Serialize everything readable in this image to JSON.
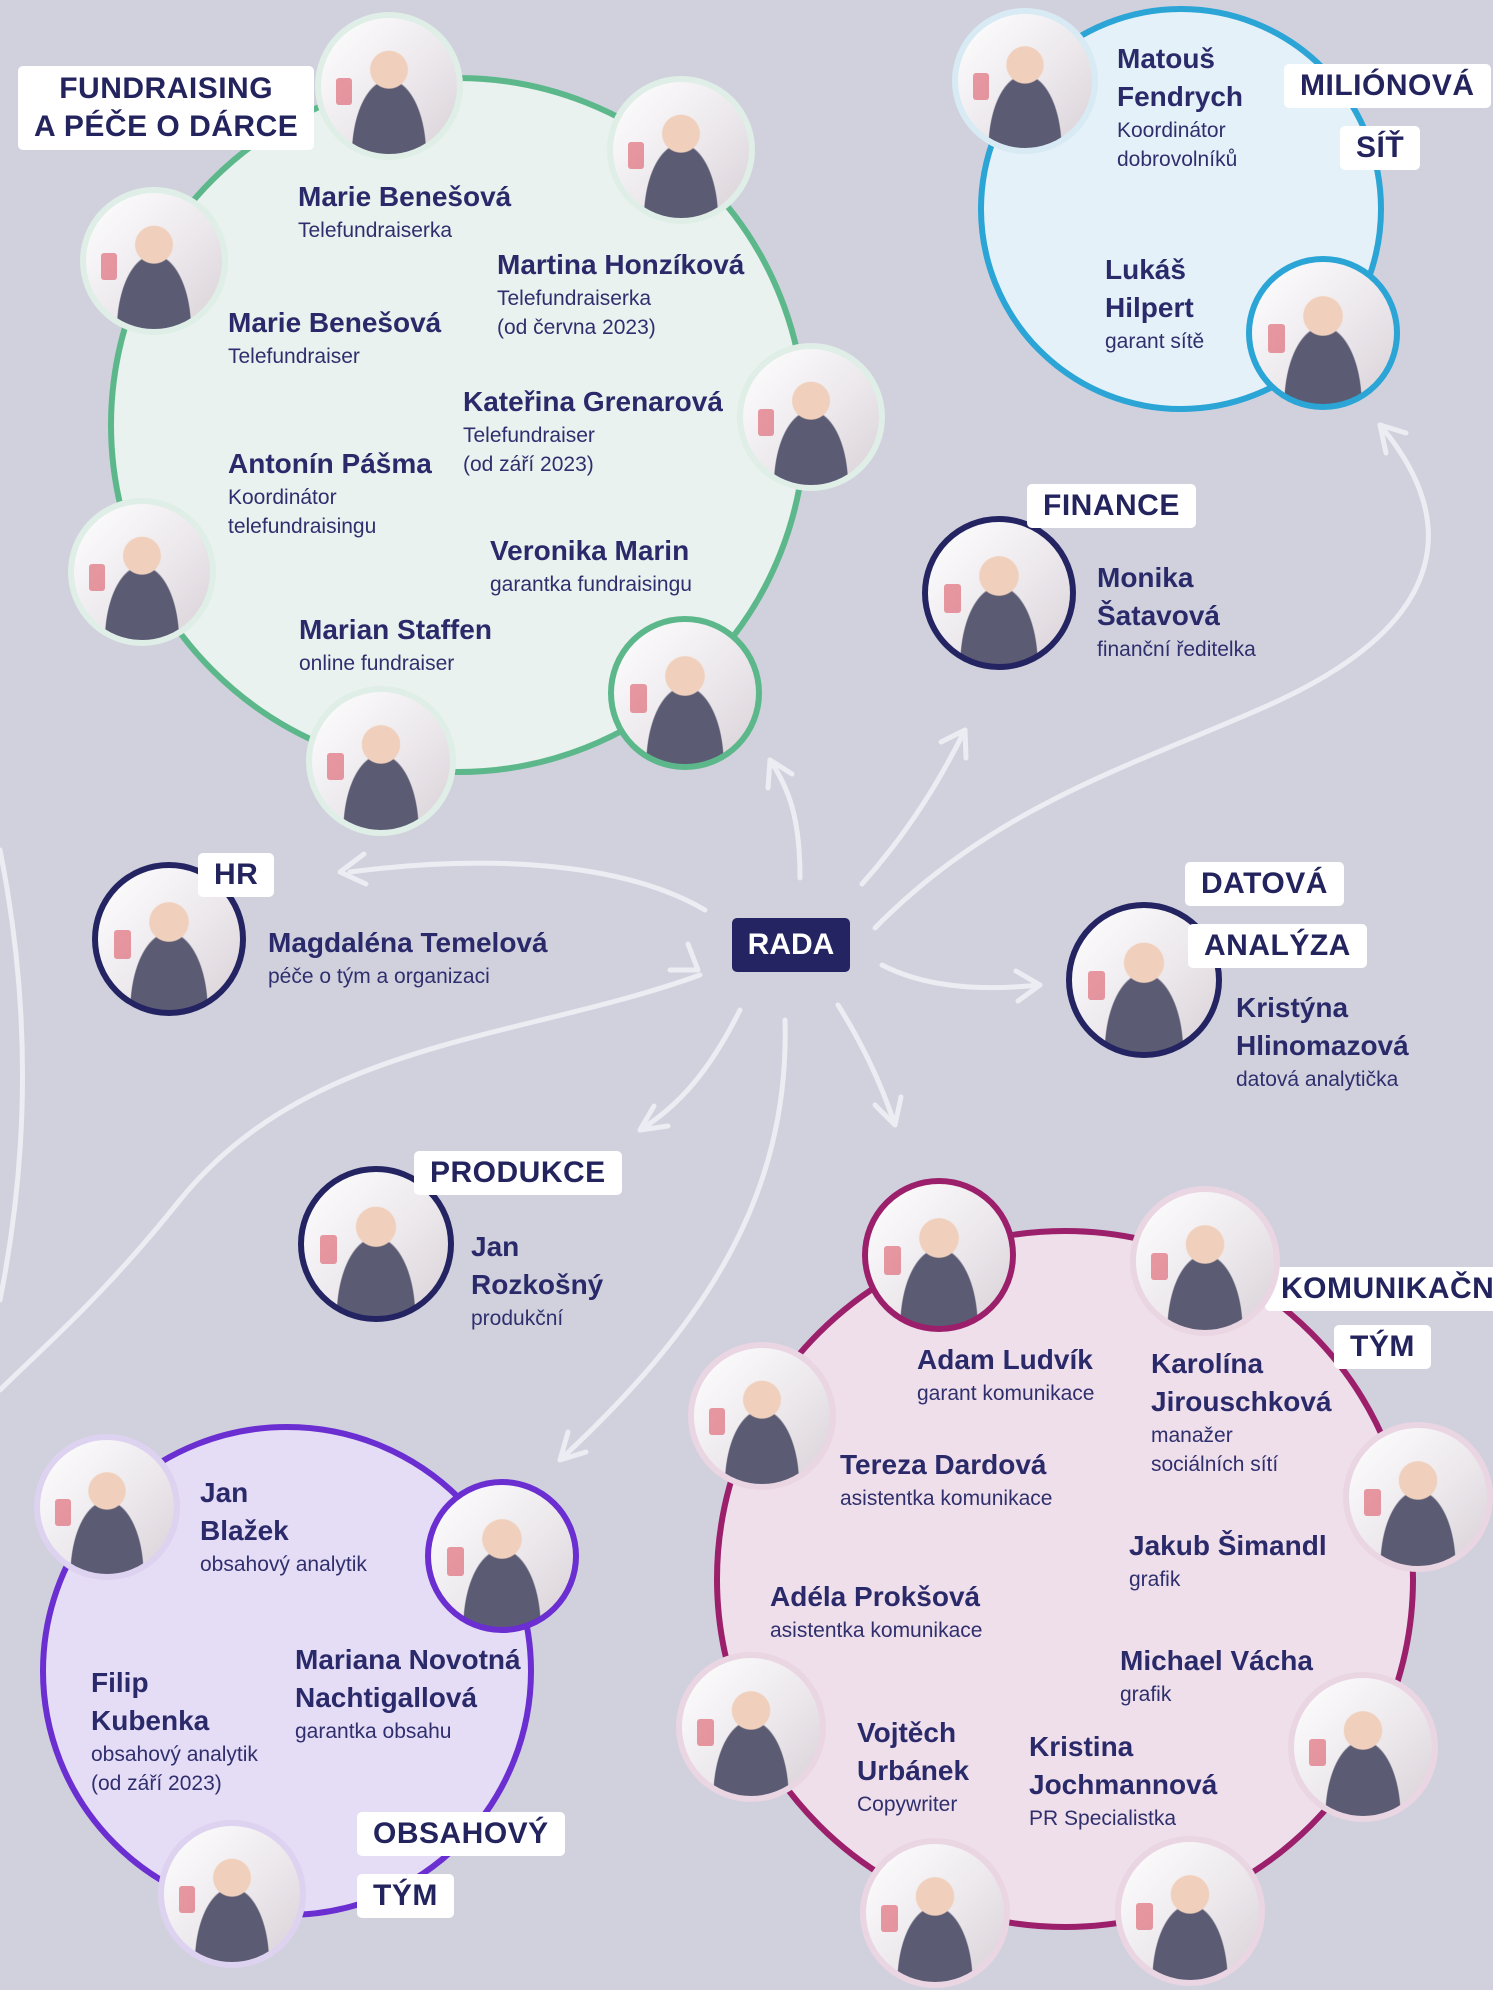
{
  "colors": {
    "background": "#d1d1de",
    "fundraising": "#5cb88a",
    "milionova": "#2ba4d6",
    "single": "#242463",
    "komunikacni": "#9b1f6b",
    "obsahovy": "#6a2ed1",
    "connector": "#e9e9f0"
  },
  "center": {
    "label": "RADA"
  },
  "teams": {
    "fundraising": {
      "title": "FUNDRAISING\nA PÉČE O DÁRCE",
      "members": [
        {
          "name": "Marie Benešová",
          "role": "Telefundraiserka"
        },
        {
          "name": "Martina Honzíková",
          "role": "Telefundraiserka\n(od června 2023)"
        },
        {
          "name": "Marie Benešová",
          "role": "Telefundraiser"
        },
        {
          "name": "Kateřina Grenarová",
          "role": "Telefundraiser\n(od září 2023)"
        },
        {
          "name": "Antonín Pášma",
          "role": "Koordinátor\ntelefundraisingu"
        },
        {
          "name": "Veronika Marin",
          "role": "garantka fundraisingu"
        },
        {
          "name": "Marian Staffen",
          "role": "online fundraiser"
        }
      ]
    },
    "milionova": {
      "title_line1": "MILIÓNOVÁ",
      "title_line2": "SÍŤ",
      "members": [
        {
          "name": "Matouš\nFendrych",
          "role": "Koordinátor\ndobrovolníků"
        },
        {
          "name": "Lukáš\nHilpert",
          "role": "garant sítě"
        }
      ]
    },
    "finance": {
      "title": "FINANCE",
      "members": [
        {
          "name": "Monika\nŠatavová",
          "role": "finanční ředitelka"
        }
      ]
    },
    "hr": {
      "title": "HR",
      "members": [
        {
          "name": "Magdaléna Temelová",
          "role": "péče o tým a organizaci"
        }
      ]
    },
    "datova": {
      "title_line1": "DATOVÁ",
      "title_line2": "ANALÝZA",
      "members": [
        {
          "name": "Kristýna\nHlinomazová",
          "role": "datová analytička"
        }
      ]
    },
    "produkce": {
      "title": "PRODUKCE",
      "members": [
        {
          "name": "Jan\nRozkošný",
          "role": "produkční"
        }
      ]
    },
    "komunikacni": {
      "title_line1": "KOMUNIKAČNÍ",
      "title_line2": "TÝM",
      "members": [
        {
          "name": "Adam Ludvík",
          "role": "garant komunikace"
        },
        {
          "name": "Karolína\nJirouschková",
          "role": "manažer\nsociálních sítí"
        },
        {
          "name": "Tereza Dardová",
          "role": "asistentka komunikace"
        },
        {
          "name": "Jakub Šimandl",
          "role": "grafik"
        },
        {
          "name": "Adéla Prokšová",
          "role": "asistentka komunikace"
        },
        {
          "name": "Michael Vácha",
          "role": "grafik"
        },
        {
          "name": "Vojtěch\nUrbánek",
          "role": "Copywriter"
        },
        {
          "name": "Kristina\nJochmannová",
          "role": "PR Specialistka"
        }
      ]
    },
    "obsahovy": {
      "title_line1": "OBSAHOVÝ",
      "title_line2": "TÝM",
      "members": [
        {
          "name": "Jan\nBlažek",
          "role": "obsahový analytik"
        },
        {
          "name": "Mariana Novotná\nNachtigallová",
          "role": "garantka obsahu"
        },
        {
          "name": "Filip\nKubenka",
          "role": "obsahový analytik\n(od září 2023)"
        }
      ]
    }
  }
}
